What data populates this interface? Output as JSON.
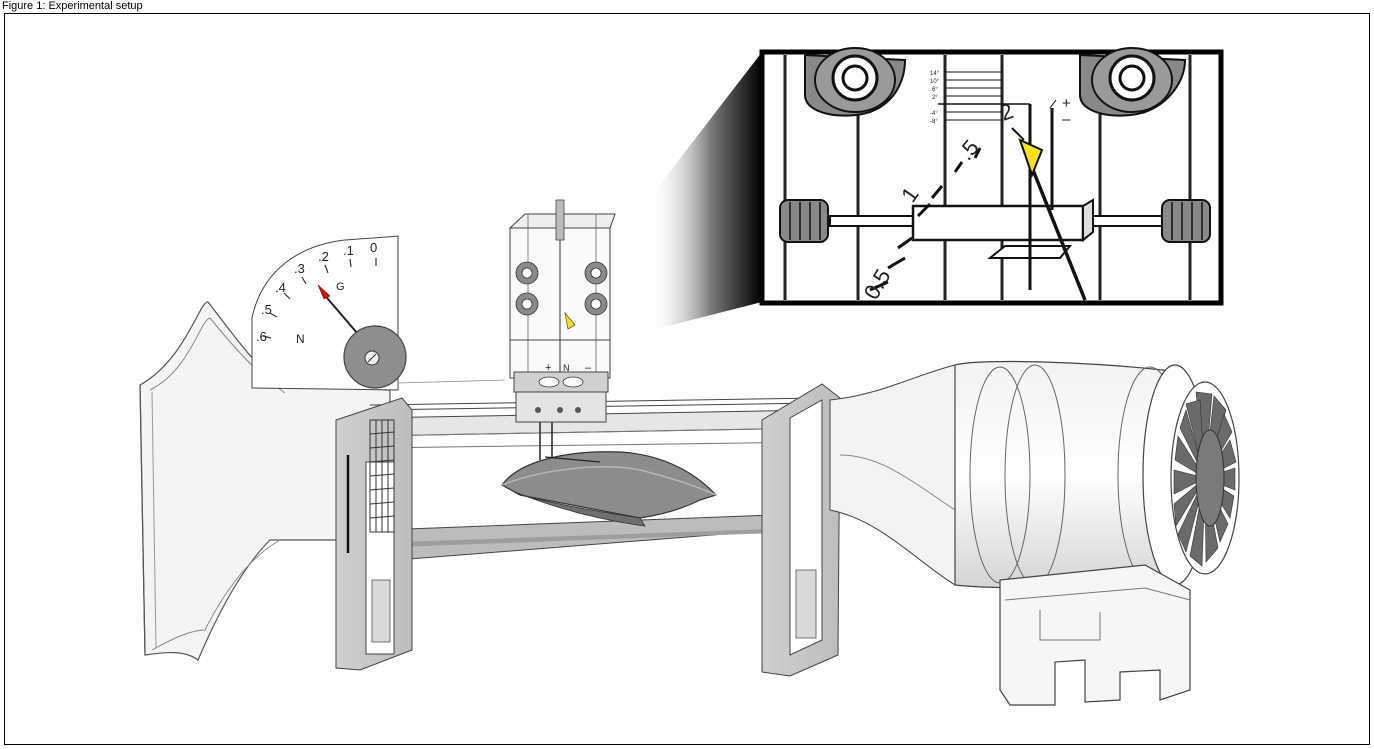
{
  "caption": "Figure 1: Experimental setup",
  "protractor": {
    "ticks": [
      "0",
      ".1",
      ".2",
      ".3",
      ".4",
      ".5",
      ".6"
    ],
    "unit": "N",
    "symbol": "G"
  },
  "balance": {
    "plus": "+",
    "minus": "–",
    "unit": "N"
  },
  "zoom_inset": {
    "angle_ticks": [
      "14°",
      "10°",
      "6°",
      "2°",
      "-4°",
      "-8°"
    ],
    "scale_labels": [
      "2",
      ".5",
      "1",
      "0.5"
    ],
    "plus": "+",
    "minus": "–"
  }
}
